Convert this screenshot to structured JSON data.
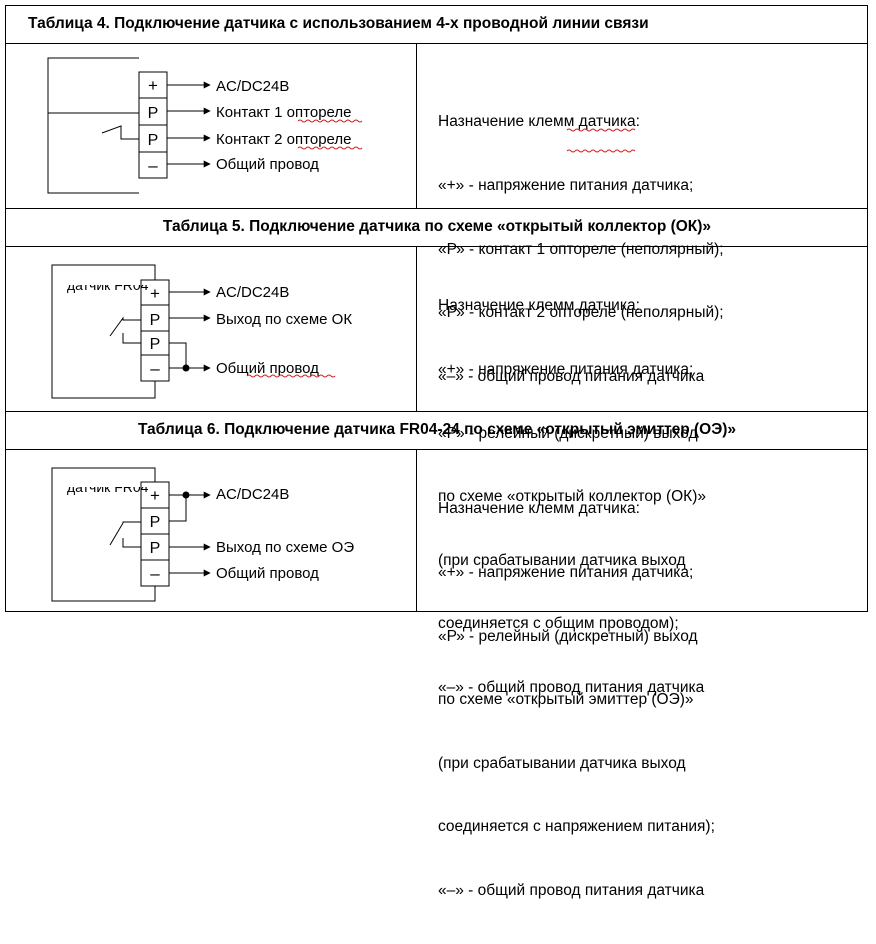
{
  "tables": [
    {
      "title": "Таблица 4. Подключение датчика с использованием 4-х проводной линии связи",
      "terminals": [
        "+",
        "P",
        "P",
        "–"
      ],
      "labels": [
        "AC/DC24B",
        "Контакт 1 оптореле",
        "Контакт 2 оптореле",
        "Общий провод"
      ],
      "description": [
        "Назначение клемм датчика:",
        "«+» - напряжение питания датчика;",
        "«Р» - контакт 1 оптореле (неполярный);",
        "«Р» - контакт 2 оптореле (неполярный);",
        "«–» - общий провод питания датчика"
      ]
    },
    {
      "title": "Таблица 5. Подключение датчика по схеме «открытый коллектор (ОК)»",
      "sensor_label": "датчик FR04",
      "terminals": [
        "+",
        "P",
        "P",
        "–"
      ],
      "labels": [
        "AC/DC24B",
        "Выход по схеме ОК",
        "Общий провод"
      ],
      "description": [
        "Назначение клемм датчика:",
        "«+» - напряжение питания датчика;",
        "«Р» - релейный (дискретный) выход",
        "по схеме «открытый коллектор (ОК)»",
        "(при срабатывании датчика выход",
        "соединяется с общим проводом);",
        "«–» - общий провод питания датчика"
      ]
    },
    {
      "title": "Таблица 6. Подключение датчика FR04-24 по схеме «открытый эмиттер (ОЭ)»",
      "sensor_label": "датчик FR04",
      "terminals": [
        "+",
        "P",
        "P",
        "–"
      ],
      "labels": [
        "AC/DC24B",
        "Выход по схеме ОЭ",
        "Общий провод"
      ],
      "description": [
        "Назначение клемм датчика:",
        "«+» - напряжение питания датчика;",
        "«Р» - релейный (дискретный) выход",
        "по схеме «открытый эмиттер (ОЭ)»",
        "(при срабатывании датчика выход",
        "соединяется с напряжением питания);",
        "«–» - общий провод питания датчика"
      ]
    }
  ],
  "colors": {
    "grid": "#000000",
    "spellcheck_underline": "#d02020"
  }
}
